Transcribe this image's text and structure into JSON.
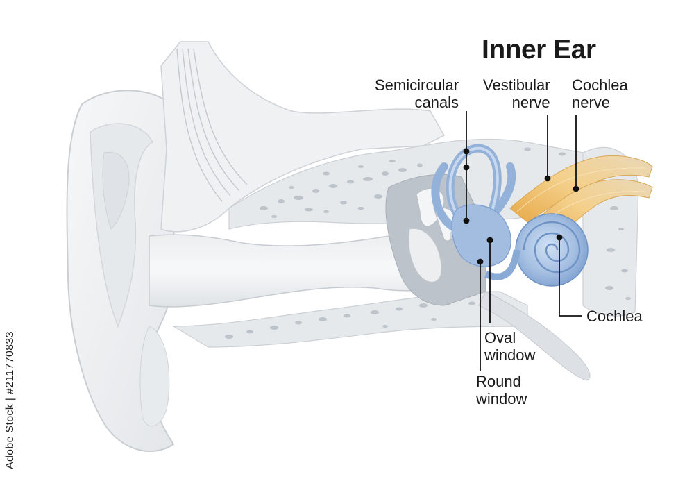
{
  "diagram": {
    "title": "Inner Ear",
    "labels": {
      "semicircular": [
        "Semicircular",
        "canals"
      ],
      "vestibular": [
        "Vestibular",
        "nerve"
      ],
      "cochlea_nerve": [
        "Cochlea",
        "nerve"
      ],
      "cochlea": "Cochlea",
      "oval": [
        "Oval",
        "window"
      ],
      "round": [
        "Round",
        "window"
      ]
    },
    "watermark": "Adobe Stock | #211770833",
    "colors": {
      "outer_ear": "#eef0f2",
      "outer_ear_edge": "#c7ccd1",
      "bone": "#e4e7ea",
      "bone_pore": "#b9c0c7",
      "labyrinth": "#a8c2e3",
      "labyrinth_dark": "#6f93c4",
      "nerve": "#e9b45a",
      "nerve_light": "#f6dca6",
      "leader": "#111111"
    }
  }
}
